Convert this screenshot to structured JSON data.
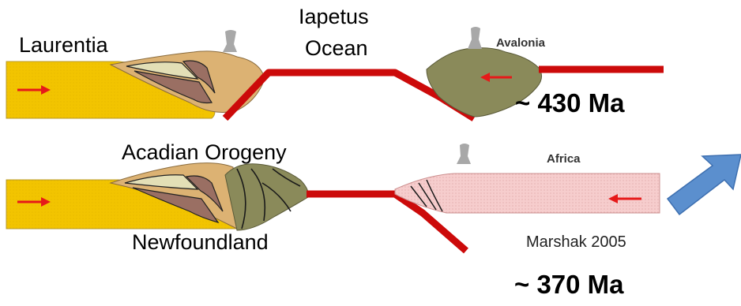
{
  "labels": {
    "laurentia": "Laurentia",
    "iapetus_line1": "Iapetus",
    "iapetus_line2": "Ocean",
    "avalonia": "Avalonia",
    "age_top": "~ 430 Ma",
    "acadian_orogeny": "Acadian Orogeny",
    "africa": "Africa",
    "newfoundland": "Newfoundland",
    "citation": "Marshak 2005",
    "age_bottom": "~ 370 Ma"
  },
  "colors": {
    "plate_yellow": "#f2c400",
    "plate_yellow_light": "#f7de6a",
    "ocean_crust_red": "#cc0a0a",
    "arc_olive": "#8a8a5a",
    "sediment_tan": "#dcb273",
    "wedge_brown": "#9a6f63",
    "wedge_light": "#e3dfb6",
    "africa_pink": "#f6cdcd",
    "motion_arrow_red": "#e61919",
    "volcano_grey": "#a8a8a8",
    "big_arrow_blue": "#5b8fce"
  }
}
